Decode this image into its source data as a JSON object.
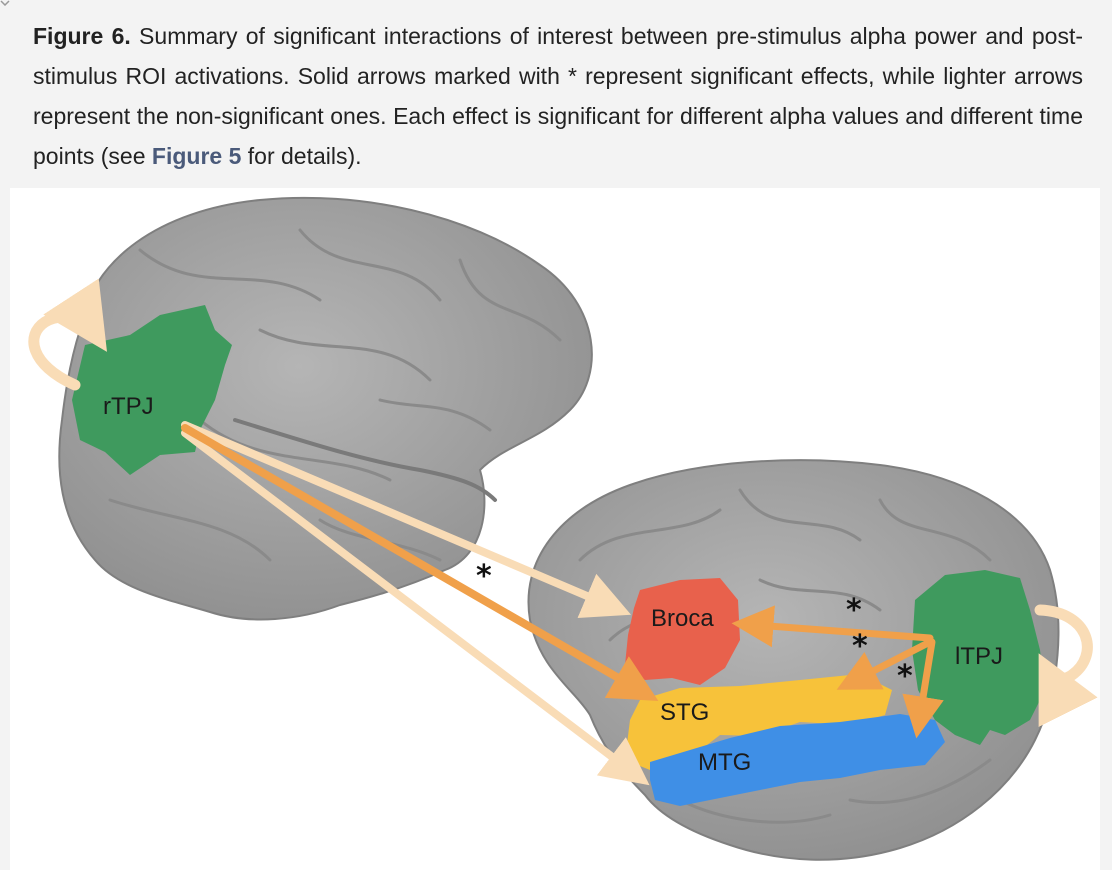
{
  "caption": {
    "figure_label": "Figure 6.",
    "text_part1": " Summary of significant interactions of interest between pre-stimulus alpha power and post-stimulus ROI activations. Solid arrows marked with * represent significant effects, while lighter arrows represent the non-significant ones. Each effect is significant for different alpha values and different time points (see ",
    "link_text": "Figure 5",
    "text_part2": " for details)."
  },
  "regions": {
    "rtpj": "rTPJ",
    "broca": "Broca",
    "stg": "STG",
    "mtg": "MTG",
    "ltpj": "lTPJ"
  },
  "markers": {
    "significance": "*"
  },
  "colors": {
    "brain": "#a3a3a3",
    "tpj": "#3f9a5e",
    "broca": "#e8614c",
    "stg": "#f7c23a",
    "mtg": "#3f8fe6",
    "arrow_significant": "#f0a04a",
    "arrow_nonsignificant": "#f9dcb6"
  }
}
